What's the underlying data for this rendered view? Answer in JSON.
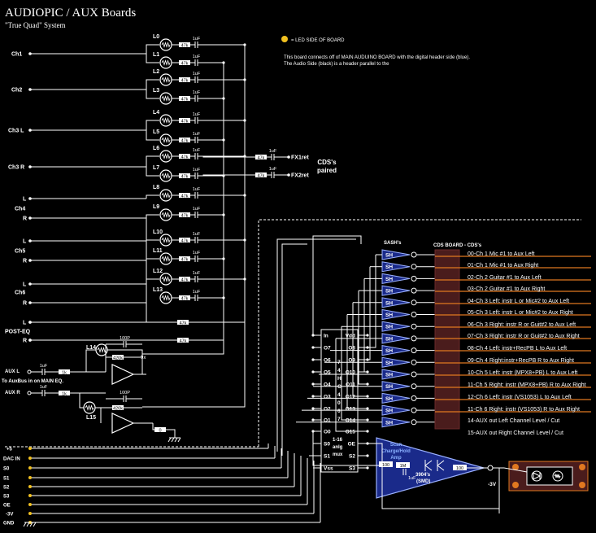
{
  "title": "AUDIOPIC / AUX Boards",
  "subtitle": "\"True Quad\" System",
  "legend": {
    "text": "= LED SIDE OF BOARD",
    "dot_color": "#f0c020"
  },
  "note_lines": [
    "This board connects off of MAIN AUDUINO BOARD with the digital header side (blue).",
    "The Audio Side (black) is a header parallel to the"
  ],
  "channels": [
    "Ch1",
    "Ch2",
    "Ch3 L",
    "Ch3 R",
    "L",
    "Ch4",
    "R",
    "L",
    "Ch5",
    "R",
    "L",
    "Ch6",
    "R",
    "L",
    "POST-EQ",
    "R"
  ],
  "ldr_labels": [
    "L0",
    "L1",
    "L2",
    "L3",
    "L4",
    "L5",
    "L6",
    "L7",
    "L8",
    "L9",
    "L10",
    "L11",
    "L12",
    "L13"
  ],
  "component_values": {
    "resistor": "47k",
    "cap": "1uF",
    "r1k": "1k",
    "r420k": "420k",
    "c100p": "100P",
    "gain": "9x",
    "r100": "100",
    "r1m": "1M",
    "zero_ohm": "0"
  },
  "fx": {
    "fx1": "FX1ret",
    "fx2": "FX2ret",
    "cds_label": "CDS's paired"
  },
  "aux": {
    "aux_l": "AUX L",
    "aux_r": "AUX R",
    "to_aux": "To AuxBus in on MAIN EQ.",
    "l14": "L14",
    "l15": "L15"
  },
  "sash_title": "SASH's",
  "sh_label": "SH",
  "cds_board_title": "CDS BOARD - CDS's",
  "cds_lines": [
    "00-Ch 1 Mic #1 to Aux Left",
    "01-Ch 1 Mic #1 to Aux Right",
    "02-Ch 2 Guitar #1 to Aux Left",
    "03-Ch 2 Guitar #1 to Aux Right",
    "04-Ch 3 Left: instr L or Mic#2 to Aux Left",
    "05-Ch 3 Left: instr L or Mic#2 to Aux Right",
    "06-Ch 3 Right: instr R or Guit#2 to Aux Left",
    "07-Ch 3 Right: instr R or Guit#2 to Aux Right",
    "08-Ch 4 Left: instr+RecPB L to Aux Left",
    "09-Ch 4 Right:instr+RecPB R to Aux Right",
    "10-Ch 5 Left: instr (MPX8+PB) L to Aux Left",
    "11-Ch 5 Right: instr (MPX8+PB) R to Aux Right",
    "12-Ch 6 Left: instr (VS1053) L to Aux Left",
    "11-Ch 6 Right: instr (VS1053) R to Aux Right",
    "14-AUX out Left Channel Level / Cut",
    "15-AUX out Right Channel Level / Cut"
  ],
  "mux": {
    "left_pins": [
      "In",
      "O7",
      "O6",
      "O5",
      "O4",
      "O3",
      "O2",
      "O1",
      "O0",
      "S0",
      "S1",
      "Vss"
    ],
    "right_pins": [
      "Vdd",
      "O8",
      "O9",
      "O10",
      "O11",
      "O12",
      "O13",
      "O14",
      "O15",
      "OE",
      "S2",
      "S3"
    ],
    "center_digits": [
      "7",
      "4",
      "H",
      "C",
      "4",
      "0",
      "6",
      "7"
    ],
    "center_label": [
      "1-16",
      "anlg",
      "mux"
    ]
  },
  "scan": {
    "lines": [
      "Scan",
      "Charge/Hold",
      "Amp"
    ],
    "transistor": "3904's",
    "smd": "(SMD)",
    "neg": "-3V"
  },
  "bus_labels": [
    "+5",
    "DAC IN",
    "S0",
    "S1",
    "S2",
    "S3",
    "OE",
    "-3V",
    "GND"
  ],
  "colors": {
    "wire": "#ffffff",
    "cds_wire": "#e07820",
    "cds_block": "#4a1c1c",
    "sh_fill": "#1a2a8a",
    "pin_dot": "#f0c020",
    "scan_fill": "#1a2a8a"
  }
}
